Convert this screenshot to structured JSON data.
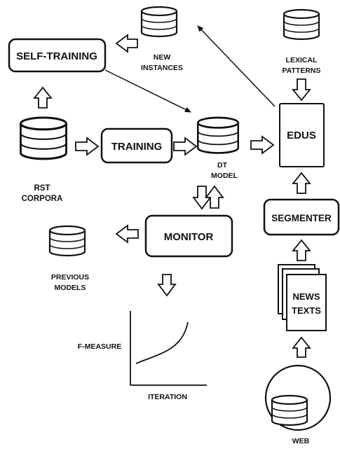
{
  "nodes": {
    "self_training": "SELF-TRAINING",
    "training": "TRAINING",
    "monitor": "MONITOR",
    "segmenter": "SEGMENTER",
    "edus": "EDUS",
    "news_texts_line1": "NEWS",
    "news_texts_line2": "TEXTS"
  },
  "databases": {
    "new_instances_line1": "NEW",
    "new_instances_line2": "INSTANCES",
    "lexical_patterns_line1": "LEXICAL",
    "lexical_patterns_line2": "PATTERNS",
    "rst_corpora_line1": "RST",
    "rst_corpora_line2": "CORPORA",
    "dt_model_line1": "DT",
    "dt_model_line2": "MODEL",
    "previous_models_line1": "PREVIOUS",
    "previous_models_line2": "MODELS",
    "web": "WEB"
  },
  "plot": {
    "ylabel": "F-MEASURE",
    "xlabel": "ITERATION"
  }
}
